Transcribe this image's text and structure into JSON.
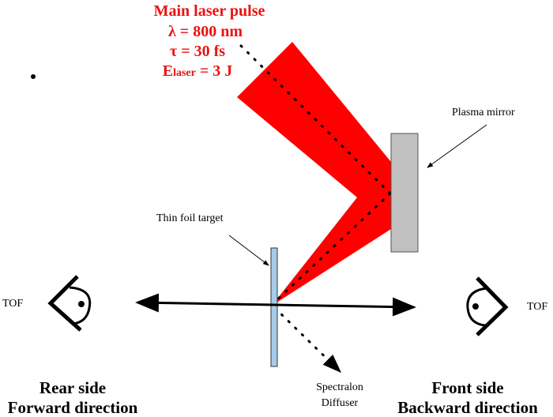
{
  "laser": {
    "title": "Main laser pulse",
    "wavelength": "λ = 800 nm",
    "duration": "τ = 30 fs",
    "energy_symbol": "E",
    "energy_sub": "laser",
    "energy_value": " = 3 J",
    "color": "#ff0000"
  },
  "labels": {
    "plasma_mirror": "Plasma mirror",
    "thin_foil": "Thin foil target",
    "tof_left": "TOF",
    "tof_right": "TOF",
    "diffuser_line1": "Spectralon",
    "diffuser_line2": "Diffuser",
    "rear_line1": "Rear side",
    "rear_line2": "Forward direction",
    "front_line1": "Front side",
    "front_line2": "Backward direction"
  },
  "colors": {
    "mirror": "#c0c0c0",
    "foil": "#a8cce8"
  }
}
